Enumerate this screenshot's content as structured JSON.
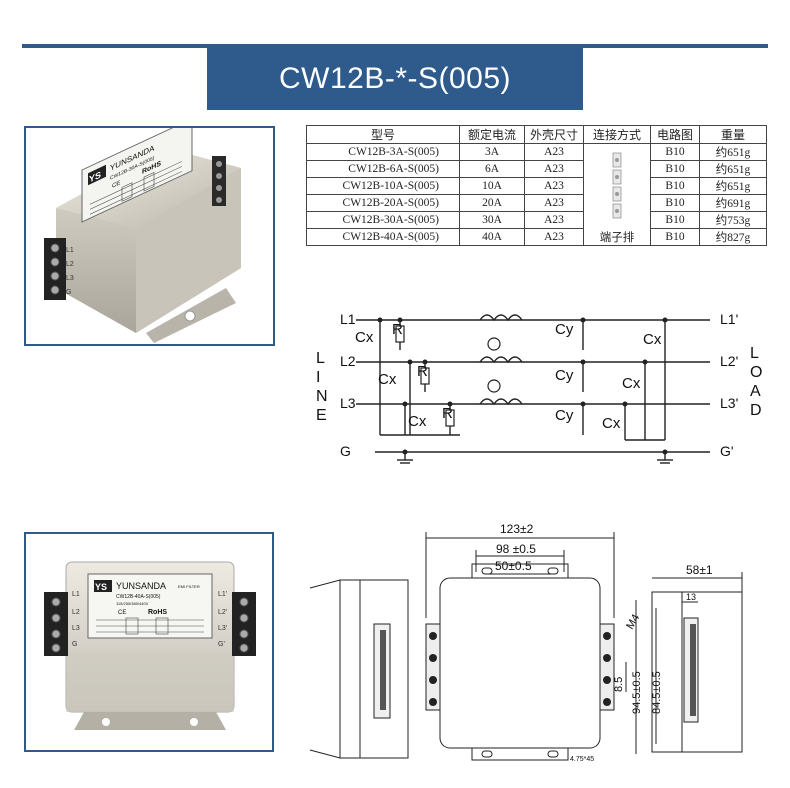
{
  "header": {
    "title": "CW12B-*-S(005)"
  },
  "photo_top": {
    "brand": "YUNSANDA",
    "logo": "YS",
    "model_line": "CW12B-30A-S(005)",
    "rohs": "RoHS",
    "ce": "CE",
    "terminals_left": [
      "L1",
      "L2",
      "L3",
      "G"
    ]
  },
  "photo_bottom": {
    "brand": "YUNSANDA",
    "logo": "YS",
    "tag": "EMI FILTER",
    "model_line": "CW12B-40A-S(005)",
    "rating_line": "115/250/380/440V",
    "rohs": "RoHS",
    "ce": "CE",
    "terminals_left": [
      "L1",
      "L2",
      "L3",
      "G"
    ],
    "terminals_right": [
      "L1'",
      "L2'",
      "L3'",
      "G'"
    ]
  },
  "spec_table": {
    "headers": [
      "型号",
      "额定电流",
      "外壳尺寸",
      "连接方式",
      "电路图",
      "重量"
    ],
    "rows": [
      {
        "model": "CW12B-3A-S(005)",
        "current": "3A",
        "case": "A23",
        "circuit": "B10",
        "weight": "约651g"
      },
      {
        "model": "CW12B-6A-S(005)",
        "current": "6A",
        "case": "A23",
        "circuit": "B10",
        "weight": "约651g"
      },
      {
        "model": "CW12B-10A-S(005)",
        "current": "10A",
        "case": "A23",
        "circuit": "B10",
        "weight": "约651g"
      },
      {
        "model": "CW12B-20A-S(005)",
        "current": "20A",
        "case": "A23",
        "circuit": "B10",
        "weight": "约691g"
      },
      {
        "model": "CW12B-30A-S(005)",
        "current": "30A",
        "case": "A23",
        "circuit": "B10",
        "weight": "约753g"
      },
      {
        "model": "CW12B-40A-S(005)",
        "current": "40A",
        "case": "A23",
        "circuit": "B10",
        "weight": "约827g"
      }
    ],
    "connection": "端子排"
  },
  "circuit": {
    "inputs": [
      "L1",
      "L2",
      "L3",
      "G"
    ],
    "outputs": [
      "L1'",
      "L2'",
      "L3'",
      "G'"
    ],
    "side_left": [
      "L",
      "I",
      "N",
      "E"
    ],
    "side_right": [
      "L",
      "O",
      "A",
      "D"
    ],
    "cx": "Cx",
    "r": "R",
    "cy": "Cy"
  },
  "dimensions": {
    "total_width": "123±2",
    "mount_pitch": "98 ±0.5",
    "inner_pitch": "50±0.5",
    "screw": "M4",
    "depth": "58±1",
    "small_offset": "13",
    "terminal_gap": "8.5",
    "height_a": "94.5±0.5",
    "height_b": "84.5±0.5",
    "slot": "4.75*45"
  },
  "colors": {
    "accent": "#2e5a8c"
  }
}
